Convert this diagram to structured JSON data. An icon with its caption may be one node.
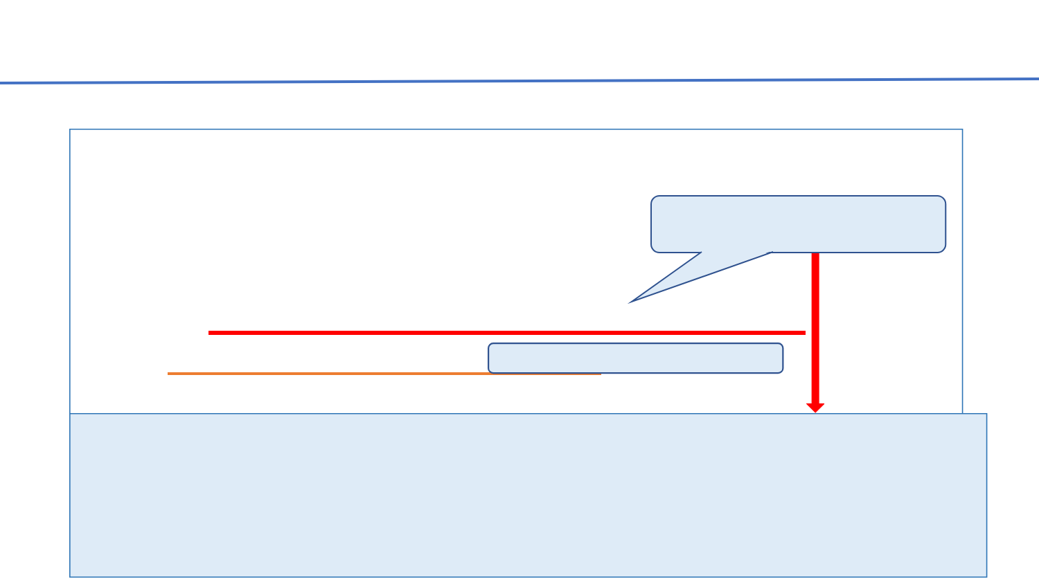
{
  "diagram": {
    "nodes": [
      {
        "text": [],
        "shape": "box"
      },
      {
        "text": [],
        "shape": "callout",
        "in": 0
      },
      {
        "text": [],
        "shape": "box",
        "in": 0
      },
      {
        "text": [],
        "shape": "box"
      }
    ],
    "edges": [
      {
        "from": 1,
        "to": 3,
        "arrow": "to",
        "color": "#ff0000"
      }
    ]
  }
}
